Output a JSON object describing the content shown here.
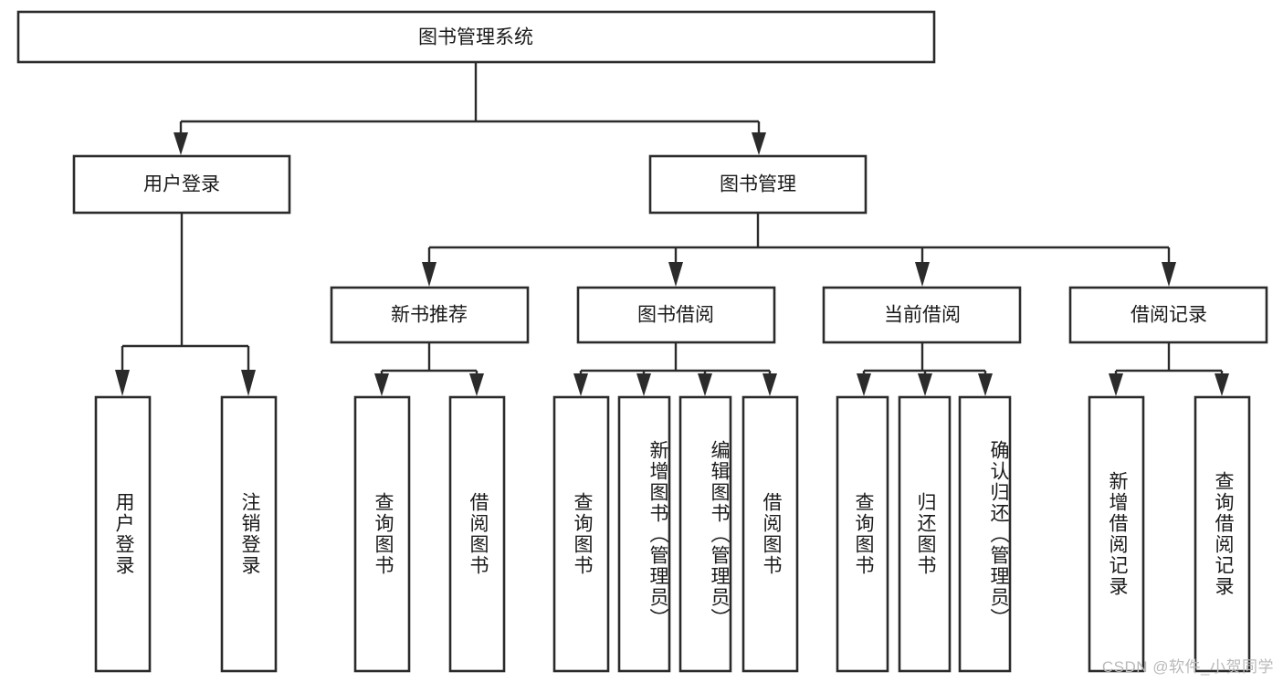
{
  "diagram": {
    "title": "图书管理系统",
    "type": "hierarchy-tree",
    "style": {
      "box_fill": "#ffffff",
      "box_stroke": "#2b2b2b",
      "text_color": "#1a1a1a",
      "background": "#ffffff",
      "watermark_color": "#b9b9b9"
    },
    "levels": {
      "root": {
        "label": "图书管理系统"
      },
      "level2": [
        {
          "id": "user-login",
          "label": "用户登录"
        },
        {
          "id": "book-management",
          "label": "图书管理"
        }
      ],
      "level3": [
        {
          "id": "new-book-recommend",
          "label": "新书推荐",
          "parent": "book-management"
        },
        {
          "id": "book-borrow",
          "label": "图书借阅",
          "parent": "book-management"
        },
        {
          "id": "current-borrow",
          "label": "当前借阅",
          "parent": "book-management"
        },
        {
          "id": "borrow-record",
          "label": "借阅记录",
          "parent": "book-management"
        }
      ],
      "leaves": [
        {
          "id": "leaf-user-login",
          "label": "用户登录",
          "parent": "user-login"
        },
        {
          "id": "leaf-logout",
          "label": "注销登录",
          "parent": "user-login"
        },
        {
          "id": "leaf-query-book-1",
          "label": "查询图书",
          "parent": "new-book-recommend"
        },
        {
          "id": "leaf-borrow-book-1",
          "label": "借阅图书",
          "parent": "new-book-recommend"
        },
        {
          "id": "leaf-query-book-2",
          "label": "查询图书",
          "parent": "book-borrow"
        },
        {
          "id": "leaf-add-book",
          "label": "新增图书（管理员）",
          "parent": "book-borrow"
        },
        {
          "id": "leaf-edit-book",
          "label": "编辑图书（管理员）",
          "parent": "book-borrow"
        },
        {
          "id": "leaf-borrow-book-2",
          "label": "借阅图书",
          "parent": "book-borrow"
        },
        {
          "id": "leaf-query-book-3",
          "label": "查询图书",
          "parent": "current-borrow"
        },
        {
          "id": "leaf-return-book",
          "label": "归还图书",
          "parent": "current-borrow"
        },
        {
          "id": "leaf-confirm-return",
          "label": "确认归还（管理员）",
          "parent": "current-borrow"
        },
        {
          "id": "leaf-add-record",
          "label": "新增借阅记录",
          "parent": "borrow-record"
        },
        {
          "id": "leaf-query-record",
          "label": "查询借阅记录",
          "parent": "borrow-record"
        }
      ]
    },
    "watermark": "CSDN @软件_小贺同学"
  }
}
